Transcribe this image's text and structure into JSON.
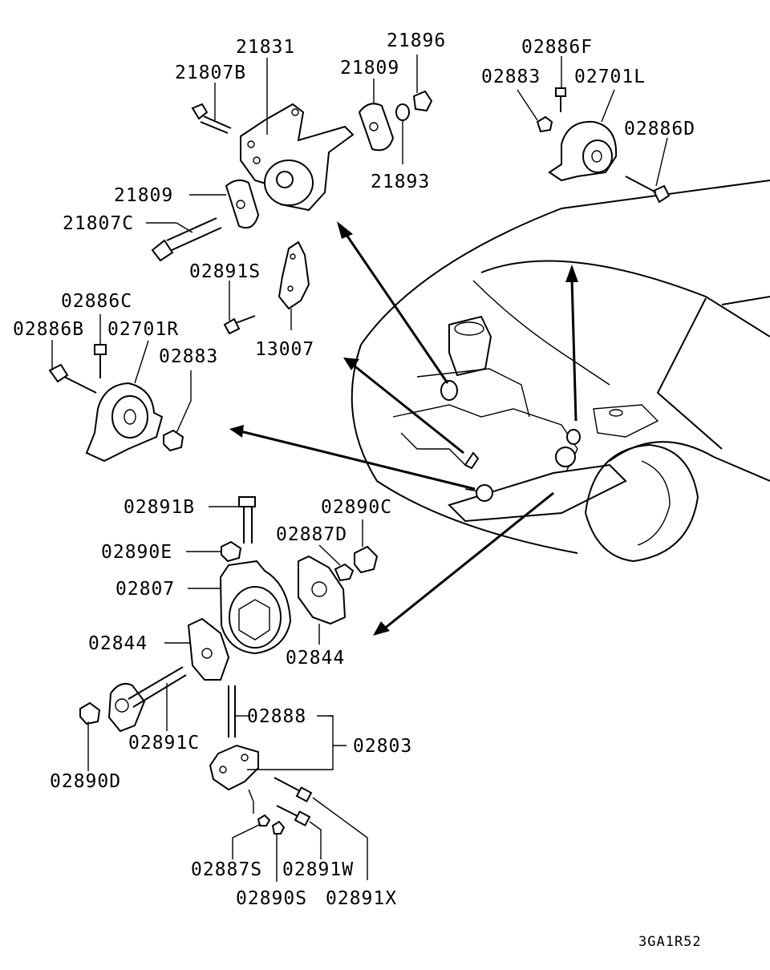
{
  "labels": {
    "l21831": "21831",
    "l21807B": "21807B",
    "l21809a": "21809",
    "l21896": "21896",
    "l21893": "21893",
    "l21809b": "21809",
    "l21807C": "21807C",
    "l02886F": "02886F",
    "l02883a": "02883",
    "l02701L": "02701L",
    "l02886D": "02886D",
    "l02891S": "02891S",
    "l13007": "13007",
    "l02886C": "02886C",
    "l02886B": "02886B",
    "l02701R": "02701R",
    "l02883b": "02883",
    "l02891B": "02891B",
    "l02890C": "02890C",
    "l02887D": "02887D",
    "l02890E": "02890E",
    "l02807": "02807",
    "l02844a": "02844",
    "l02844b": "02844",
    "l02888": "02888",
    "l02891C": "02891C",
    "l02803": "02803",
    "l02890D": "02890D",
    "l02887S": "02887S",
    "l02891W": "02891W",
    "l02890S": "02890S",
    "l02891X": "02891X"
  },
  "diagram_code": "3GA1R52"
}
